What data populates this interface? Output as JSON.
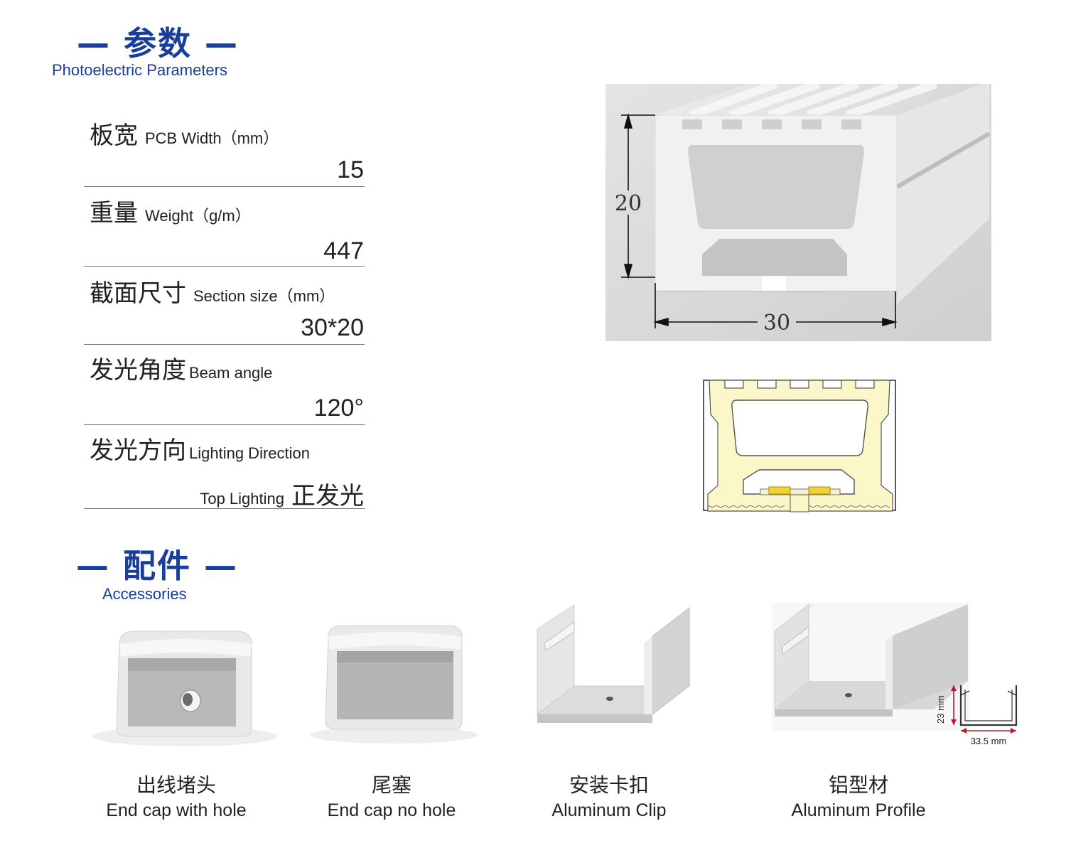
{
  "parameters_section": {
    "title": "— 参数 —",
    "subtitle": "Photoelectric Parameters"
  },
  "parameters": [
    {
      "zh": "板宽",
      "en": "PCB Width（mm）",
      "value": "15"
    },
    {
      "zh": "重量",
      "en": "Weight（g/m）",
      "value": "447"
    },
    {
      "zh": "截面尺寸",
      "en": "Section size（mm）",
      "value": "30*20"
    },
    {
      "zh": "发光角度",
      "en": "Beam angle",
      "value": "120°"
    },
    {
      "zh": "发光方向",
      "en": "Lighting Direction",
      "value_en": "Top Lighting",
      "value_zh": "正发光"
    }
  ],
  "dimension_drawing": {
    "height_label": "20",
    "width_label": "30"
  },
  "accessories_section": {
    "title": "— 配件 —",
    "subtitle": "Accessories"
  },
  "accessories": [
    {
      "zh": "出线堵头",
      "en": "End cap with hole"
    },
    {
      "zh": "尾塞",
      "en": "End cap no hole"
    },
    {
      "zh": "安装卡扣",
      "en": "Aluminum Clip"
    },
    {
      "zh": "铝型材",
      "en": "Aluminum Profile"
    }
  ],
  "profile_dims": {
    "height": "23 mm",
    "width": "33.5 mm"
  },
  "colors": {
    "brand_blue": "#1a3e9e",
    "lens_yellow": "#fbf7c8",
    "led_yellow": "#f2d23a",
    "dimension_red": "#c0182b"
  }
}
